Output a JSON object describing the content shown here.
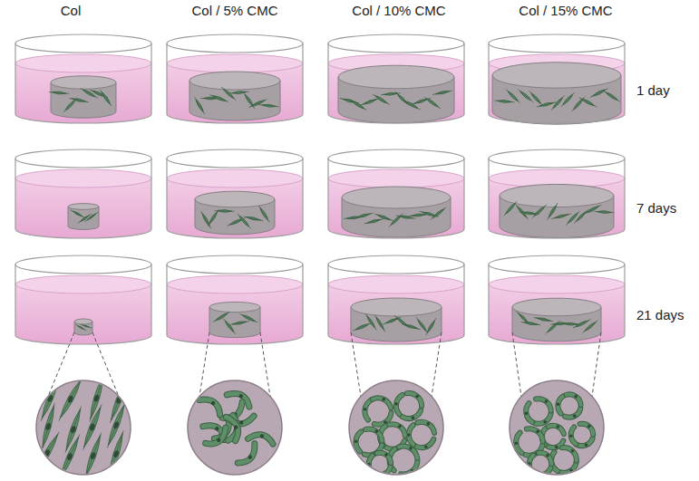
{
  "diagram": {
    "labels": [
      "Col",
      "Col / 5% CMC",
      "Col / 10% CMC",
      "Col / 15% CMC",
      "1 day",
      "7 days",
      "21 days"
    ]
  }
}
